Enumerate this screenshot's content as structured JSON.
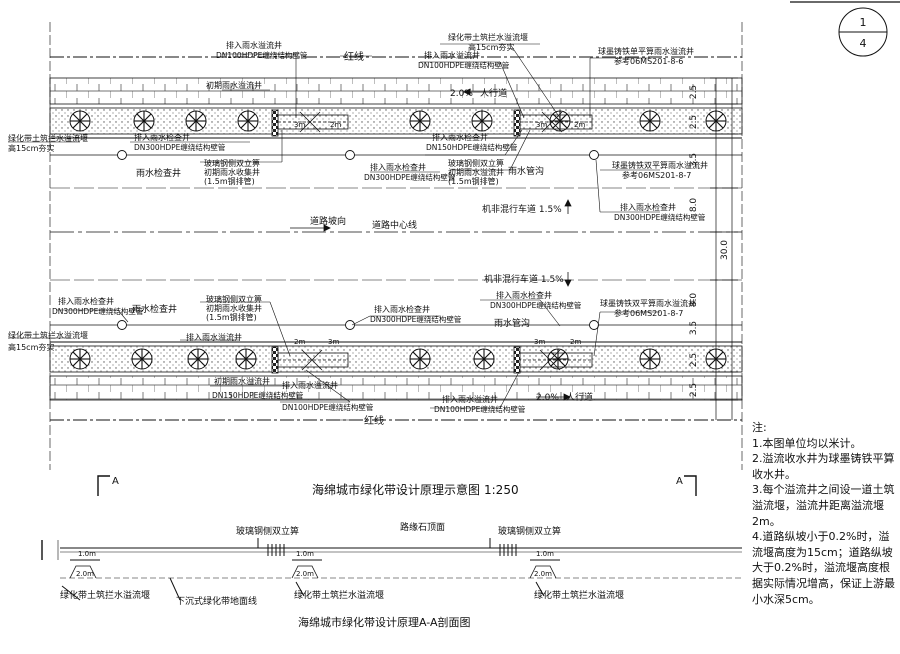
{
  "sheet": {
    "number": "1",
    "total": "4"
  },
  "plan": {
    "redline_top": "红线",
    "redline_bottom": "红线",
    "lbl_pipe_top1_a": "排入雨水溢流井",
    "lbl_pipe_top1_b": "DN100HDPE缠绕结构壁管",
    "lbl_initial_rain_top": "初期雨水溢流井",
    "lbl_wall_top_a": "绿化带土筑拦水溢流堰",
    "lbl_wall_top_b": "高15cm夯实",
    "lbl_pipe_top2_a": "排入雨水溢流井",
    "lbl_pipe_top2_b": "DN100HDPE缠绕结构壁管",
    "lbl_inlet_ref_a": "球墨铸铁单平算雨水溢流井",
    "lbl_inlet_ref_b": "参考06MS201-8-6",
    "lbl_left_wall_a": "绿化带土筑拦水溢流堰",
    "lbl_left_wall_b": "高15cm夯实",
    "lbl_check_a": "排入雨水检查井",
    "lbl_check_b": "DN300HDPE缠绕结构壁管",
    "lbl_check_well_top": "雨水检查井",
    "lbl_glass_top_a": "玻璃钢侧双立箅",
    "lbl_glass_top_b": "初期雨水收集井",
    "lbl_glass_top_c": "(1.5m钢排管)",
    "lbl_check2_a": "排入雨水检查井",
    "lbl_check2_b": "DN300HDPE缠绕结构壁管",
    "lbl_mid_top_a": "排入雨水检查井",
    "lbl_mid_top_b": "DN150HDPE缠绕结构壁管",
    "lbl_mid_top_c": "玻璃钢侧双立箅",
    "lbl_mid_top_d": "初期雨水溢流井",
    "lbl_mid_top_e": "(1.5m钢排管)",
    "lbl_ditch_top": "雨水管沟",
    "lbl_ref2_a": "球墨铸铁双平算雨水溢流井",
    "lbl_ref2_b": "参考06MS201-8-7",
    "lbl_ref3_a": "排入雨水检查井",
    "lbl_ref3_b": "DN300HDPE缠绕结构壁管",
    "lbl_sidewalk_top": "人行道",
    "lbl_slope_top": "2.0%",
    "lbl_lane_top": "机非混行车道 1.5%",
    "lbl_road_slope": "道路坡向",
    "lbl_center": "道路中心线",
    "lbl_lane_bottom": "机非混行车道 1.5%",
    "lbl_pipe_b1_a": "排入雨水检查井",
    "lbl_pipe_b1_b": "DN300HDPE缠绕结构壁管",
    "lbl_left_wall_b2_a": "绿化带土筑拦水溢流堰",
    "lbl_left_wall_b2_b": "高15cm夯实",
    "lbl_check_well_bottom": "雨水检查井",
    "lbl_glass_b_a": "玻璃钢侧双立箅",
    "lbl_glass_b_b": "初期雨水收集井",
    "lbl_glass_b_c": "(1.5m钢排管)",
    "lbl_pipe_b2_a": "排入雨水检查井",
    "lbl_pipe_b2_b": "DN300HDPE缠绕结构壁管",
    "lbl_pipe_b3_a": "排入雨水检查井",
    "lbl_pipe_b3_b": "DN300HDPE缠绕结构壁管",
    "lbl_ditch_bottom": "雨水管沟",
    "lbl_ref4_a": "球墨铸铁双平算雨水溢流井",
    "lbl_ref4_b": "参考06MS201-8-7",
    "lbl_b_overflow_a": "排入雨水溢流井",
    "lbl_b_overflow_b": "初期雨水溢流井",
    "lbl_b_dn150_a": "DN150HDPE缠绕结构壁管",
    "lbl_b_dn100_a": "排入雨水溢流井",
    "lbl_b_dn100_b": "DN100HDPE缠绕结构壁管",
    "lbl_b_dn100_2_a": "排入雨水溢流井",
    "lbl_b_dn100_2_b": "DN100HDPE缠绕结构壁管",
    "lbl_sidewalk_bottom": "人行道",
    "lbl_slope_bottom": "2.0%",
    "dim_3m": "3m",
    "dim_2m": "2m",
    "dim_labels": [
      "2.5",
      "2.5",
      "3.5",
      "8.0",
      "30.0",
      "8.0",
      "3.5",
      "2.5",
      "2.5"
    ],
    "title": "海绵城市绿化带设计原理示意图",
    "scale": "1:250",
    "section_mark": "A"
  },
  "section": {
    "lbl_glass_left": "玻璃钢侧双立箅",
    "lbl_curb": "路缘石顶面",
    "lbl_glass_right": "玻璃钢侧双立箅",
    "dim_10": "1.0m",
    "dim_20": "2.0m",
    "lbl_wall_1": "绿化带土筑拦水溢流堰",
    "lbl_wall_2": "绿化带土筑拦水溢流堰",
    "lbl_wall_3": "绿化带土筑拦水溢流堰",
    "lbl_sunken": "下沉式绿化带地面线",
    "title": "海绵城市绿化带设计原理A-A剖面图"
  },
  "notes": {
    "heading": "注:",
    "items": [
      "1.本图单位均以米计。",
      "2.溢流收水井为球墨铸铁平算收水井。",
      "3.每个溢流井之间设一道土筑溢流堰，溢流井距离溢流堰2m。",
      "4.道路纵坡小于0.2%时，溢流堰高度为15cm；道路纵坡大于0.2%时，溢流堰高度根据实际情况增高，保证上游最小水深5cm。"
    ]
  }
}
